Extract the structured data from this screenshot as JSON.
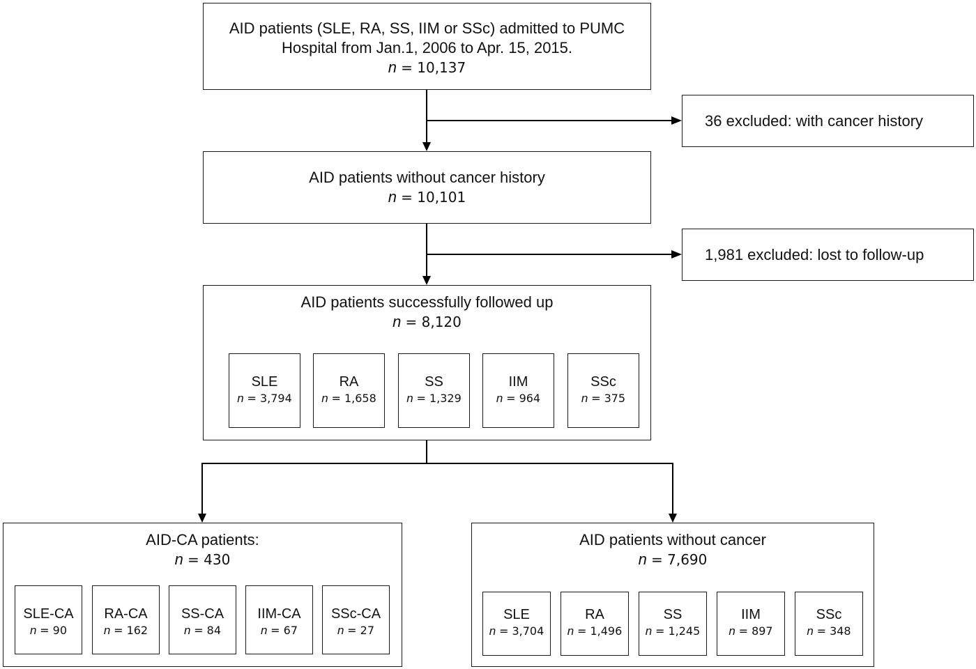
{
  "top_box": {
    "line1": "AID patients (SLE, RA, SS, IIM or SSc) admitted to PUMC",
    "line2": "Hospital from Jan.1, 2006 to Apr. 15, 2015.",
    "n_var": "n",
    "n_value": "= 10,137"
  },
  "exclusion_1": {
    "text": "36 excluded: with cancer history"
  },
  "no_history_box": {
    "title": "AID patients without cancer history",
    "n_var": "n",
    "n_value": "= 10,101"
  },
  "exclusion_2": {
    "text": "1,981 excluded: lost to follow-up"
  },
  "followed_box": {
    "title": "AID patients successfully followed up",
    "n_var": "n",
    "n_value": "= 8,120",
    "subgroups": [
      {
        "label": "SLE",
        "n_var": "n",
        "n_value": "= 3,794"
      },
      {
        "label": "RA",
        "n_var": "n",
        "n_value": "= 1,658"
      },
      {
        "label": "SS",
        "n_var": "n",
        "n_value": "= 1,329"
      },
      {
        "label": "IIM",
        "n_var": "n",
        "n_value": "= 964"
      },
      {
        "label": "SSc",
        "n_var": "n",
        "n_value": "= 375"
      }
    ]
  },
  "ca_box": {
    "title": "AID-CA patients:",
    "n_var": "n",
    "n_value": "= 430",
    "subgroups": [
      {
        "label": "SLE-CA",
        "n_var": "n",
        "n_value": "= 90"
      },
      {
        "label": "RA-CA",
        "n_var": "n",
        "n_value": "= 162"
      },
      {
        "label": "SS-CA",
        "n_var": "n",
        "n_value": "= 84"
      },
      {
        "label": "IIM-CA",
        "n_var": "n",
        "n_value": "= 67"
      },
      {
        "label": "SSc-CA",
        "n_var": "n",
        "n_value": "= 27"
      }
    ]
  },
  "no_cancer_box": {
    "title": "AID patients without cancer",
    "n_var": "n",
    "n_value": "= 7,690",
    "subgroups": [
      {
        "label": "SLE",
        "n_var": "n",
        "n_value": "= 3,704"
      },
      {
        "label": "RA",
        "n_var": "n",
        "n_value": "= 1,496"
      },
      {
        "label": "SS",
        "n_var": "n",
        "n_value": "= 1,245"
      },
      {
        "label": "IIM",
        "n_var": "n",
        "n_value": "= 897"
      },
      {
        "label": "SSc",
        "n_var": "n",
        "n_value": "= 348"
      }
    ]
  }
}
